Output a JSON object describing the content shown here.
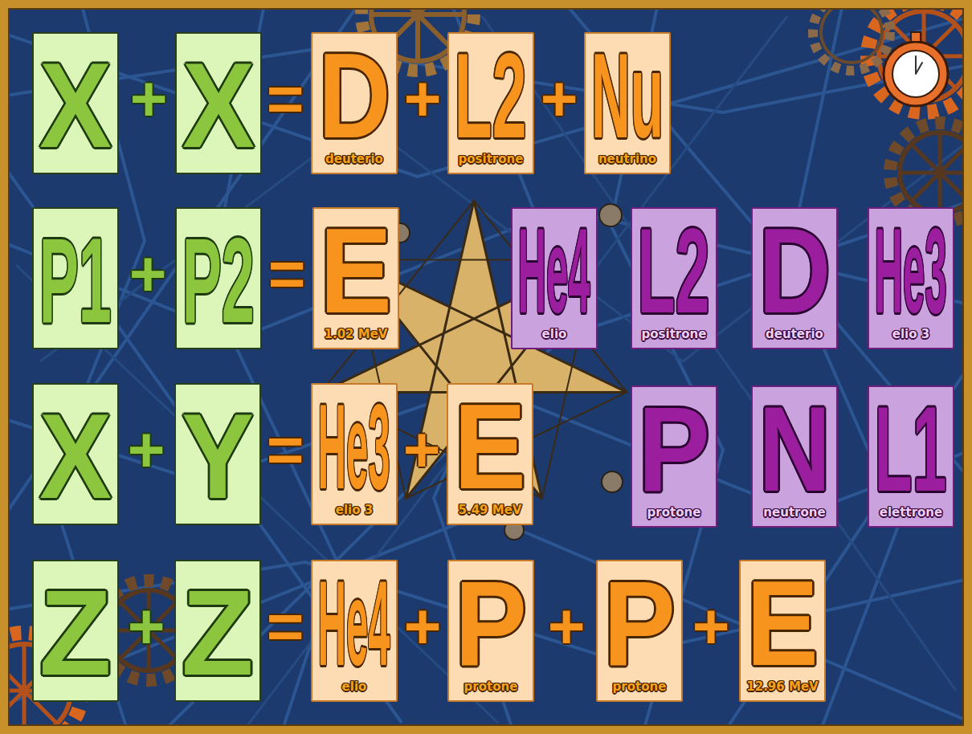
{
  "diagram": {
    "nodes": [
      {
        "text": [
          "X"
        ]
      },
      {
        "text": [
          "X"
        ]
      },
      {
        "text": [
          "D",
          "deuterio"
        ]
      },
      {
        "text": [
          "L2",
          "positrone"
        ]
      },
      {
        "text": [
          "Nu",
          "neutrino"
        ]
      },
      {
        "text": [
          "P1"
        ]
      },
      {
        "text": [
          "P2"
        ]
      },
      {
        "text": [
          "E",
          "1.02 MeV"
        ]
      },
      {
        "text": [
          "He4",
          "elio"
        ]
      },
      {
        "text": [
          "L2",
          "positrone"
        ]
      },
      {
        "text": [
          "D",
          "deuterio"
        ]
      },
      {
        "text": [
          "He3",
          "elio 3"
        ]
      },
      {
        "text": [
          "X"
        ]
      },
      {
        "text": [
          "Y"
        ]
      },
      {
        "text": [
          "He3",
          "elio 3"
        ]
      },
      {
        "text": [
          "E",
          "5.49 MeV"
        ]
      },
      {
        "text": [
          "P",
          "protone"
        ]
      },
      {
        "text": [
          "N",
          "neutrone"
        ]
      },
      {
        "text": [
          "L1",
          "elettrone"
        ]
      },
      {
        "text": [
          "Z"
        ]
      },
      {
        "text": [
          "Z"
        ]
      },
      {
        "text": [
          "He4",
          "elio"
        ]
      },
      {
        "text": [
          "P",
          "protone"
        ]
      },
      {
        "text": [
          "P",
          "protone"
        ]
      },
      {
        "text": [
          "E",
          "12.96 MeV"
        ]
      }
    ],
    "labels": [
      "+",
      "=",
      "+",
      "+",
      "+",
      "=",
      "+",
      "=",
      "+",
      "+",
      "=",
      "+",
      "+",
      "+"
    ]
  }
}
